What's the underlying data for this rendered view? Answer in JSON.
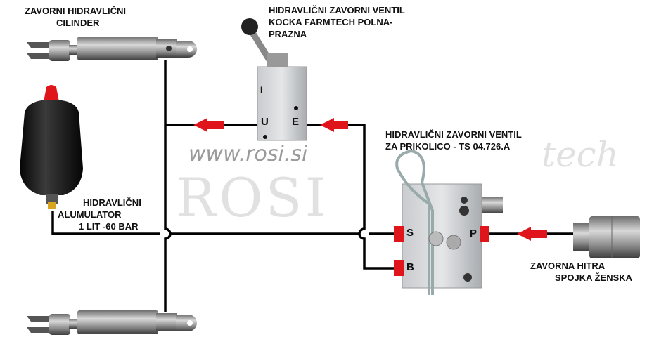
{
  "labels": {
    "cylinder": [
      "ZAVORNI HIDRAVLIČNI",
      "CILINDER"
    ],
    "block_valve": [
      "HIDRAVLIČNI ZAVORNI VENTIL",
      "KOCKA FARMTECH POLNA-",
      "PRAZNA"
    ],
    "trailer_valve": [
      "HIDRAVLIČNI ZAVORNI VENTIL",
      "ZA PRIKOLICO - TS 04.726.A"
    ],
    "accumulator": [
      "HIDRAVLIČNI",
      "ALUMULATOR",
      "1 LIT -60 BAR"
    ],
    "coupler": [
      "ZAVORNA HITRA",
      "SPOJKA ŽENSKA"
    ]
  },
  "ports": {
    "U": "U",
    "E": "E",
    "I": "I",
    "S": "S",
    "B": "B",
    "P": "P"
  },
  "watermark": {
    "brand": "ROSI",
    "brand_suffix": "tech",
    "url": "www.rosi.si"
  },
  "colors": {
    "line": "#000000",
    "arrow": "#e0141b",
    "metal": "#b9bcc0",
    "accumulator": "#1a1a1a"
  }
}
